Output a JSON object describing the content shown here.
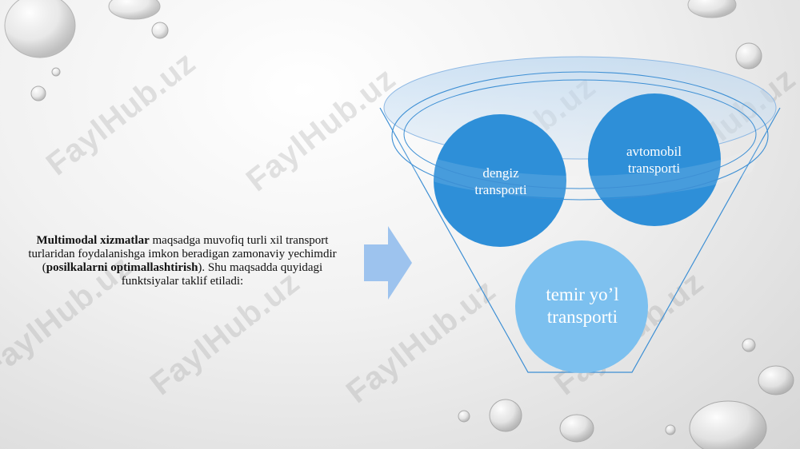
{
  "body_text": {
    "bold_1": "Multimodal xizmatlar",
    "part_1": " maqsadga muvofiq turli xil transport turlaridan foydalanishga imkon beradigan zamonaviy yechimdir (",
    "bold_2": "posilkalarni optimallashtirish",
    "part_2": "). Shu maqsadda quyidagi funktsiyalar taklif etiladi:"
  },
  "diagram": {
    "circles": [
      {
        "label": "dengiz transporti"
      },
      {
        "label": "avtomobil transporti"
      },
      {
        "label": "temir yo’l transporti"
      }
    ]
  },
  "watermark": "FaylHub.uz",
  "colors": {
    "circle_dark": "#2E8FD8",
    "circle_light": "#7CC0EF",
    "funnel_line": "#3D8FD4",
    "arrow": "#9DC3EE"
  }
}
